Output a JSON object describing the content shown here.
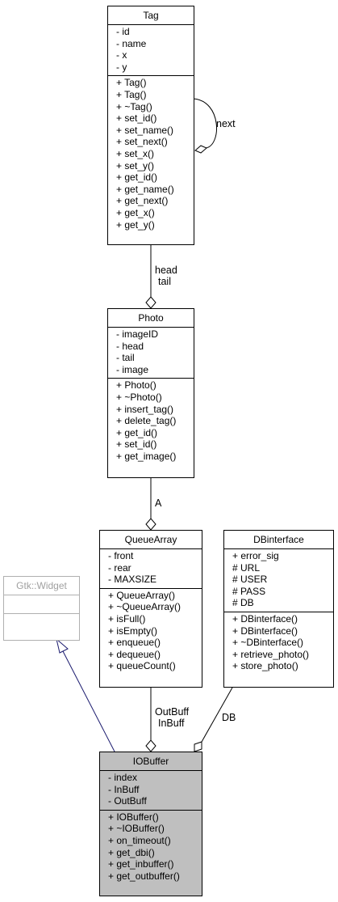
{
  "classes": {
    "tag": {
      "name": "Tag",
      "attributes": [
        "- id",
        "- name",
        "- x",
        "- y"
      ],
      "methods": [
        "+ Tag()",
        "+ Tag()",
        "+ ~Tag()",
        "+ set_id()",
        "+ set_name()",
        "+ set_next()",
        "+ set_x()",
        "+ set_y()",
        "+ get_id()",
        "+ get_name()",
        "+ get_next()",
        "+ get_x()",
        "+ get_y()"
      ]
    },
    "photo": {
      "name": "Photo",
      "attributes": [
        "- imageID",
        "- head",
        "- tail",
        "- image"
      ],
      "methods": [
        "+ Photo()",
        "+ ~Photo()",
        "+ insert_tag()",
        "+ delete_tag()",
        "+ get_id()",
        "+ set_id()",
        "+ get_image()"
      ]
    },
    "queuearray": {
      "name": "QueueArray",
      "attributes": [
        "- front",
        "- rear",
        "- MAXSIZE"
      ],
      "methods": [
        "+ QueueArray()",
        "+ ~QueueArray()",
        "+ isFull()",
        "+ isEmpty()",
        "+ enqueue()",
        "+ dequeue()",
        "+ queueCount()"
      ]
    },
    "dbinterface": {
      "name": "DBinterface",
      "attributes": [
        "+ error_sig",
        "# URL",
        "# USER",
        "# PASS",
        "# DB"
      ],
      "methods": [
        "+ DBinterface()",
        "+ DBinterface()",
        "+ ~DBinterface()",
        "+ retrieve_photo()",
        "+ store_photo()"
      ]
    },
    "gtkwidget": {
      "name": "Gtk::Widget"
    },
    "iobuffer": {
      "name": "IOBuffer",
      "attributes": [
        "- index",
        "- InBuff",
        "- OutBuff"
      ],
      "methods": [
        "+ IOBuffer()",
        "+ ~IOBuffer()",
        "+ on_timeout()",
        "+ get_dbi()",
        "+ get_inbuffer()",
        "+ get_outbuffer()"
      ]
    }
  },
  "relations": {
    "tag_self": "next",
    "photo_tag_1": "head",
    "photo_tag_2": "tail",
    "queue_photo": "A",
    "io_queue_1": "OutBuff",
    "io_queue_2": "InBuff",
    "io_db": "DB"
  },
  "colors": {
    "highlight": "#bfbfbf",
    "inheritance_edge": "#1a1a6e",
    "external_class": "#a0a0a0"
  }
}
